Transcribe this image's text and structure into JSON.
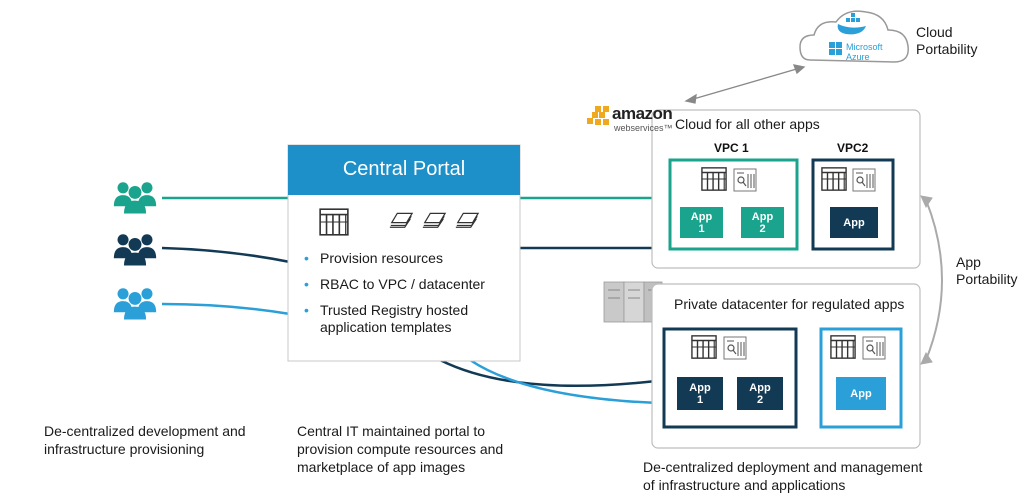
{
  "portal": {
    "title": "Central Portal",
    "bullets": [
      "Provision resources",
      "RBAC to VPC / datacenter",
      "Trusted Registry hosted application templates"
    ]
  },
  "cloud": {
    "label": "Cloud\nPortability",
    "azure_line1": "Microsoft",
    "azure_line2": "Azure"
  },
  "aws": {
    "logo_word": "amazon",
    "logo_sub": "webservices™",
    "region_title": "Cloud for all other apps",
    "vpc1_title": "VPC 1",
    "vpc2_title": "VPC2",
    "apps": [
      "App\n1",
      "App\n2",
      "App"
    ]
  },
  "datacenter": {
    "region_title": "Private datacenter for regulated apps",
    "apps": [
      "App\n1",
      "App\n2",
      "App"
    ]
  },
  "app_portability": "App\nPortability",
  "captions": {
    "left": "De-centralized development and\ninfrastructure provisioning",
    "middle": "Central IT maintained portal to\nprovision compute resources and\nmarketplace of app images",
    "right": "De-centralized deployment and management\nof infrastructure and applications"
  },
  "colors": {
    "portal_blue": "#1d8fc9",
    "teal": "#1aa38d",
    "navy": "#123a54",
    "sky": "#2a9fd8",
    "aws_orange": "#f0a81e"
  }
}
